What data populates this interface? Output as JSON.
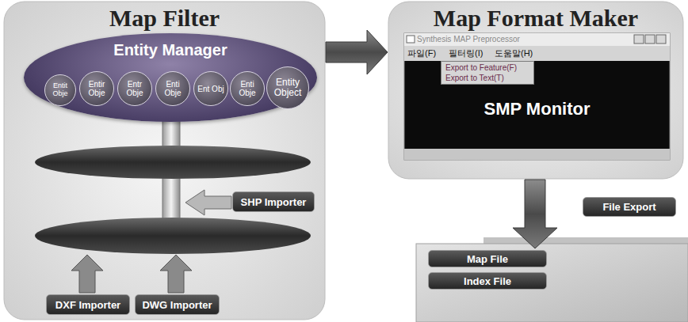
{
  "diagram": {
    "nodes": [
      {
        "text": [
          "Map Filter"
        ]
      },
      {
        "text": [
          "Entity Manager"
        ],
        "in": 0
      },
      {
        "text": [
          "Entit Obje"
        ],
        "in": 1
      },
      {
        "text": [
          "Entir Obje"
        ],
        "in": 1
      },
      {
        "text": [
          "Entr Obje"
        ],
        "in": 1
      },
      {
        "text": [
          "Enti Obje"
        ],
        "in": 1
      },
      {
        "text": [
          "Ent Obj"
        ],
        "in": 1
      },
      {
        "text": [
          "Enti Obje"
        ],
        "in": 1
      },
      {
        "text": [
          "Entity Object"
        ],
        "in": 1
      },
      {
        "text": [
          "SHP Importer"
        ],
        "in": 0
      },
      {
        "text": [
          "DXF Importer"
        ],
        "in": 0
      },
      {
        "text": [
          "DWG Importer"
        ],
        "in": 0
      },
      {
        "text": [
          "Map Format Maker"
        ]
      },
      {
        "text": [
          "Synthesis MAP Preprocessor",
          "SMP Monitor"
        ],
        "in": 12
      },
      {
        "text": [
          "Export to Feature(F)",
          "Export to Text(T)"
        ],
        "in": 13
      },
      {
        "text": [
          "File Export"
        ]
      },
      {
        "text": [
          "Map File"
        ]
      },
      {
        "text": [
          "Index File"
        ]
      }
    ],
    "edges": [
      {
        "from": 0,
        "to": 12,
        "arrow": "to"
      },
      {
        "from": 12,
        "to": 16,
        "arrow": "to"
      }
    ],
    "labels": [
      "파일(F)",
      "필터링(I)",
      "도움말(H)"
    ]
  }
}
